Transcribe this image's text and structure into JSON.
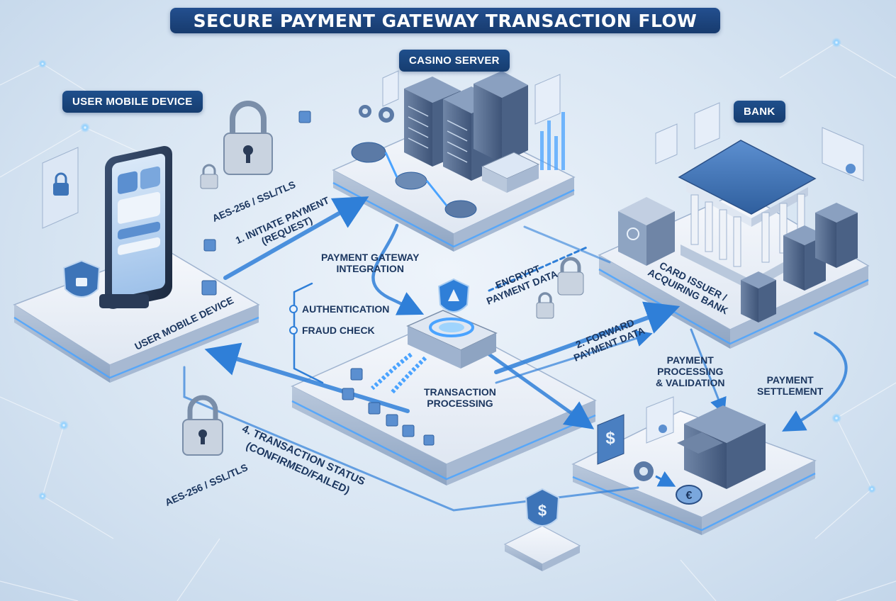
{
  "title": "SECURE PAYMENT GATEWAY TRANSACTION FLOW",
  "nodes": {
    "casino_server": "CASINO SERVER",
    "user_device": "USER MOBILE DEVICE",
    "bank": "BANK",
    "user_device_platform": "USER MOBILE DEVICE",
    "card_issuer": "CARD ISSUER /\nACQUIRING BANK"
  },
  "labels": {
    "encryption_top": "AES-256 / SSL/TLS",
    "step1_line1": "1. INITIATE PAYMENT",
    "step1_line2": "(REQUEST)",
    "gateway_line1": "PAYMENT GATEWAY",
    "gateway_line2": "INTEGRATION",
    "encrypt_line1": "ENCRYPT",
    "encrypt_line2": "PAYMENT DATA",
    "authentication": "AUTHENTICATION",
    "fraud_check": "FRAUD CHECK",
    "transaction_line1": "TRANSACTION",
    "transaction_line2": "PROCESSING",
    "step2_line1": "2. FORWARD",
    "step2_line2": "PAYMENT DATA",
    "processing_line1": "PAYMENT",
    "processing_line2": "PROCESSING",
    "processing_line3": "& VALIDATION",
    "settlement_line1": "PAYMENT",
    "settlement_line2": "SETTLEMENT",
    "step4_line1": "4. TRANSACTION STATUS",
    "step4_line2": "(CONFIRMED/FAILED)",
    "encryption_bottom": "AES-256 / SSL/TLS",
    "card_issuer_line1": "CARD ISSUER /",
    "card_issuer_line2": "ACQUIRING BANK",
    "euro_symbol": "€",
    "dollar_symbol": "$"
  },
  "colors": {
    "accent": "#2f7fd8",
    "badge": "#1f4f8c",
    "platform_top": "#eef2f8",
    "glow": "#4aa3ff"
  }
}
